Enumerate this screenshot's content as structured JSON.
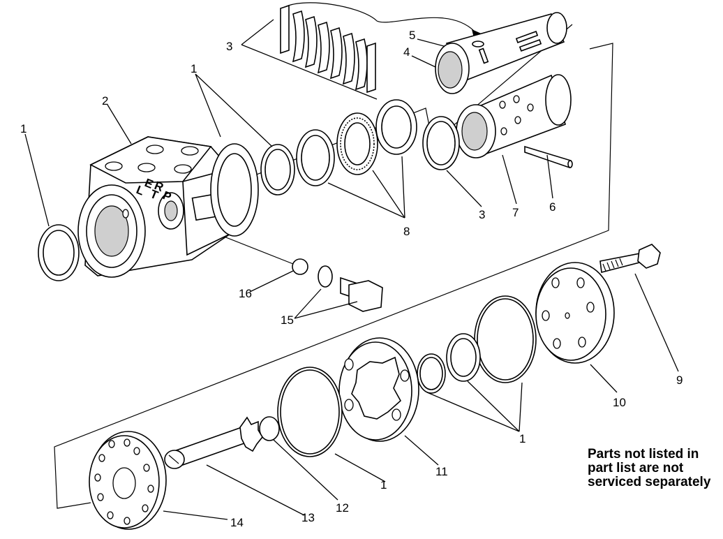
{
  "callouts": [
    {
      "id": "c1a",
      "text": "1"
    },
    {
      "id": "c1b",
      "text": "1"
    },
    {
      "id": "c1c",
      "text": "1"
    },
    {
      "id": "c1d",
      "text": "1"
    },
    {
      "id": "c2",
      "text": "2"
    },
    {
      "id": "c3a",
      "text": "3"
    },
    {
      "id": "c3b",
      "text": "3"
    },
    {
      "id": "c4",
      "text": "4"
    },
    {
      "id": "c5",
      "text": "5"
    },
    {
      "id": "c6",
      "text": "6"
    },
    {
      "id": "c7",
      "text": "7"
    },
    {
      "id": "c8",
      "text": "8"
    },
    {
      "id": "c9",
      "text": "9"
    },
    {
      "id": "c10",
      "text": "10"
    },
    {
      "id": "c11",
      "text": "11"
    },
    {
      "id": "c12",
      "text": "12"
    },
    {
      "id": "c13",
      "text": "13"
    },
    {
      "id": "c14",
      "text": "14"
    },
    {
      "id": "c15",
      "text": "15"
    },
    {
      "id": "c16",
      "text": "16"
    }
  ],
  "housing_port_letters": [
    "L",
    "E",
    "R",
    "T",
    "P"
  ],
  "note": {
    "lines": [
      "Parts not listed in",
      "part list are not",
      "serviced separately"
    ]
  }
}
